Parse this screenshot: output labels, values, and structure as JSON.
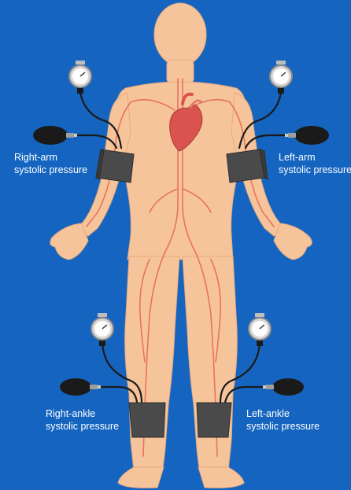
{
  "labels": {
    "right_arm": [
      "Right-arm",
      "systolic pressure"
    ],
    "left_arm": [
      "Left-arm",
      "systolic pressure"
    ],
    "right_ankle": [
      "Right-ankle",
      "systolic pressure"
    ],
    "left_ankle": [
      "Left-ankle",
      "systolic pressure"
    ]
  },
  "colors": {
    "background": "#1565c0",
    "skin": "#f6c49b",
    "artery": "#e8735c",
    "heart": "#d9534f",
    "cuff": "#4a4a4a",
    "tube": "#1a1a1a"
  },
  "icons": [
    "heart-icon",
    "pressure-gauge-icon",
    "inflation-bulb-icon",
    "blood-pressure-cuff-icon"
  ]
}
